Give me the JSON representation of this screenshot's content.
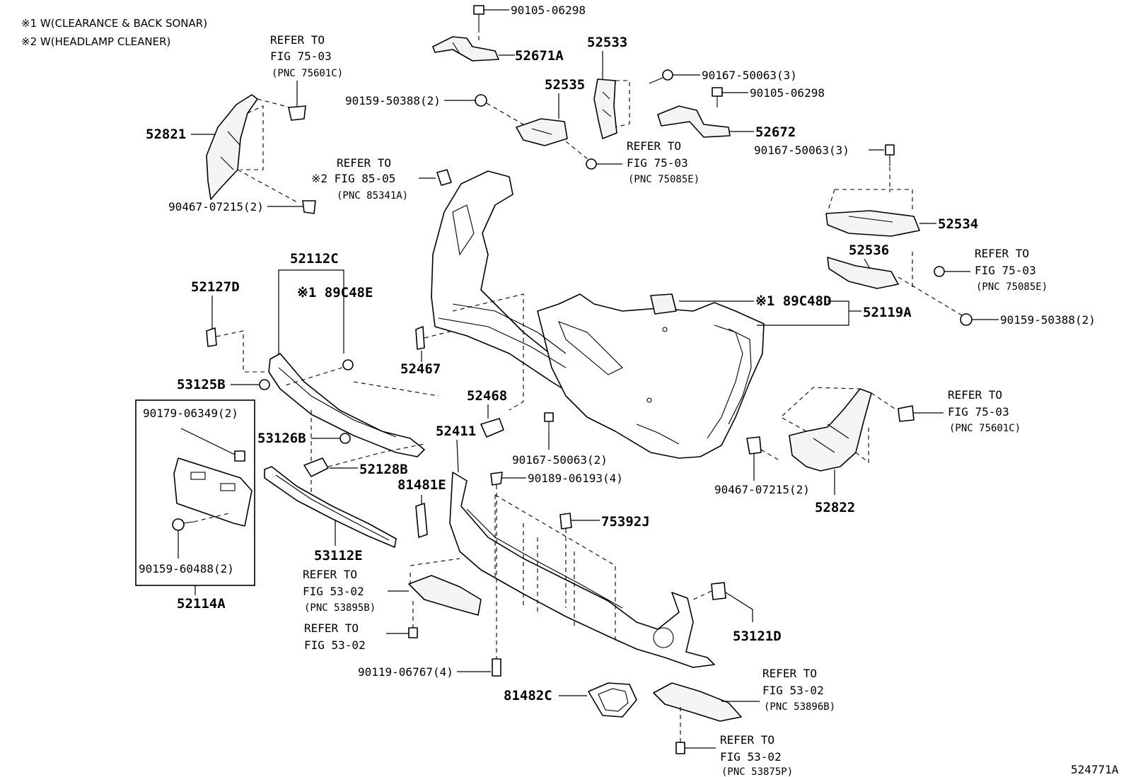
{
  "notes": {
    "note1": "※1 W(CLEARANCE & BACK SONAR)",
    "note2": "※2 W(HEADLAMP CLEANER)"
  },
  "figure_id": "524771A",
  "parts": {
    "p90105_top": "90105-06298",
    "p52671A": "52671A",
    "p52533": "52533",
    "p90167_50063_3a": "90167-50063(3)",
    "p90105_mid": "90105-06298",
    "p52672": "52672",
    "p90167_50063_3b": "90167-50063(3)",
    "p52535": "52535",
    "p90159_50388_2a": "90159-50388(2)",
    "p52821": "52821",
    "p90467_07215_2a": "90467-07215(2)",
    "p52534": "52534",
    "p52536": "52536",
    "p90159_50388_2b": "90159-50388(2)",
    "p52112C": "52112C",
    "p89C48E": "※1 89C48E",
    "p89C48D": "※1 89C48D",
    "p52119A": "52119A",
    "p52127D": "52127D",
    "p52467": "52467",
    "p53125B": "53125B",
    "p52468": "52468",
    "p90179_06349_2": "90179-06349(2)",
    "p52411": "52411",
    "p90167_50063_2": "90167-50063(2)",
    "p53126B": "53126B",
    "p52128B": "52128B",
    "p81481E": "81481E",
    "p90189_06193_4": "90189-06193(4)",
    "p90467_07215_2b": "90467-07215(2)",
    "p52822": "52822",
    "p75392J": "75392J",
    "p53112E": "53112E",
    "p90159_60488_2": "90159-60488(2)",
    "p52114A": "52114A",
    "p53121D": "53121D",
    "p90119_06767_4": "90119-06767(4)",
    "p81482C": "81482C"
  },
  "refers": {
    "r1": {
      "l1": "REFER TO",
      "l2": "FIG 75-03",
      "l3": "(PNC 75601C)"
    },
    "r2": {
      "l1": "REFER TO",
      "l2": "FIG 75-03",
      "l3": "(PNC 75085E)"
    },
    "r3": {
      "l1": "REFER TO",
      "l2": "※2 FIG 85-05",
      "l3": "(PNC 85341A)"
    },
    "r4": {
      "l1": "REFER TO",
      "l2": "FIG 75-03",
      "l3": "(PNC 75085E)"
    },
    "r5": {
      "l1": "REFER TO",
      "l2": "FIG 75-03",
      "l3": "(PNC 75601C)"
    },
    "r6": {
      "l1": "REFER TO",
      "l2": "FIG 53-02",
      "l3": "(PNC 53895B)"
    },
    "r7": {
      "l1": "REFER TO",
      "l2": "FIG 53-02"
    },
    "r8": {
      "l1": "REFER TO",
      "l2": "FIG 53-02",
      "l3": "(PNC 53896B)"
    },
    "r9": {
      "l1": "REFER TO",
      "l2": "FIG 53-02",
      "l3": "(PNC 53875P)"
    }
  }
}
